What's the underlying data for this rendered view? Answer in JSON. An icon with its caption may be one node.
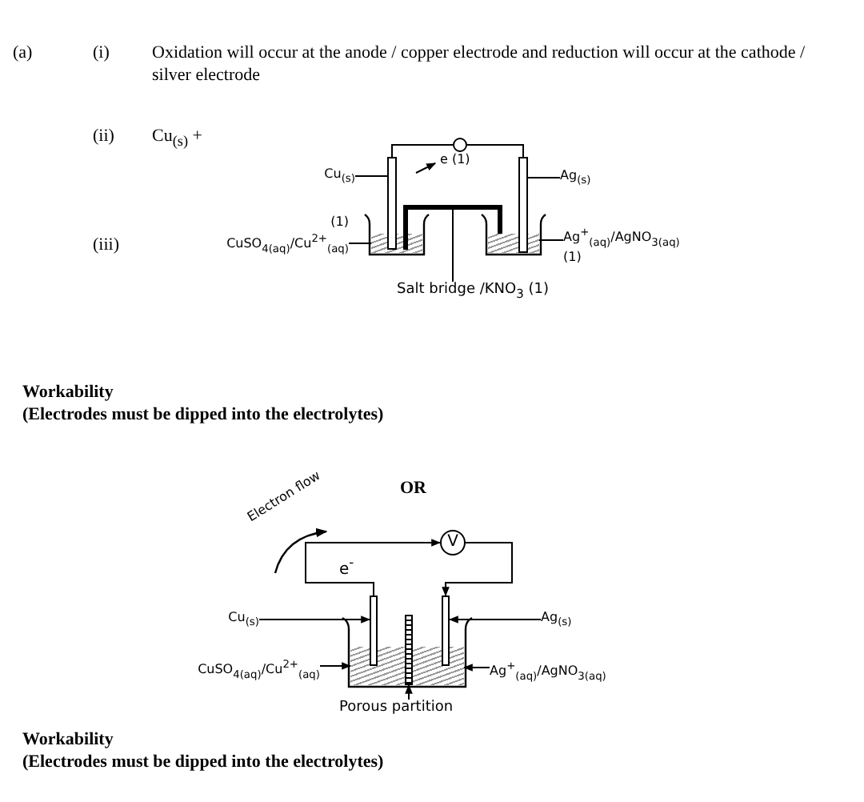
{
  "diagram": {
    "nodes": [
      {
        "text": [],
        "shape": "circle"
      },
      {
        "text": [
          "Cu$_{(s)}$"
        ]
      },
      {
        "text": [],
        "shape": "bar"
      },
      {
        "text": [
          "Ag$_{(s)}$"
        ]
      },
      {
        "text": [],
        "shape": "bar"
      },
      {
        "text": [
          "(1)",
          "CuSO$_{4(aq)}$/Cu$^{2+}$$_{(aq)}$"
        ]
      },
      {
        "text": [],
        "shape": "box"
      },
      {
        "text": [],
        "shape": "bar"
      },
      {
        "text": [],
        "shape": "box"
      },
      {
        "text": [
          "Ag$^{+}$$_{(aq)}$/AgNO$_{3(aq)}$",
          "(1)"
        ]
      },
      {
        "text": [
          "Salt bridge /KNO$_{3}$ (1)"
        ]
      },
      {
        "text": [
          "Cu$_{(s)}$"
        ]
      },
      {
        "text": [],
        "shape": "bar"
      },
      {
        "text": [
          "V"
        ]
      },
      {
        "text": [],
        "shape": "bar"
      },
      {
        "text": [
          "Ag$_{(s)}$"
        ]
      },
      {
        "text": [
          "CuSO$_{4(aq)}$/Cu$^{2+}$$_{(aq)}$"
        ]
      },
      {
        "text": [],
        "shape": "box"
      },
      {
        "text": [],
        "shape": "bar"
      },
      {
        "text": [],
        "shape": "box"
      },
      {
        "text": [
          "Ag$^{+}$$_{(aq)}$/AgNO$_{3(aq)}$"
        ]
      },
      {
        "text": [
          "Porous partition"
        ]
      }
    ],
    "edges": [
      {
        "from": 2,
        "to": 0,
        "arrow": "none"
      },
      {
        "from": 0,
        "to": 4,
        "arrow": "none"
      },
      {
        "from": 1,
        "to": 2,
        "arrow": "none"
      },
      {
        "from": 3,
        "to": 4,
        "arrow": "none"
      },
      {
        "from": 5,
        "to": 6,
        "arrow": "none"
      },
      {
        "from": 9,
        "to": 8,
        "arrow": "none"
      },
      {
        "from": 10,
        "to": 7,
        "arrow": "none"
      },
      {
        "from": 12,
        "to": 13,
        "arrow": "to"
      },
      {
        "from": 13,
        "to": 14,
        "arrow": "to"
      },
      {
        "from": 11,
        "to": 12,
        "arrow": "to"
      },
      {
        "from": 15,
        "to": 14,
        "arrow": "to"
      },
      {
        "from": 16,
        "to": 17,
        "arrow": "to"
      },
      {
        "from": 20,
        "to": 19,
        "arrow": "to"
      },
      {
        "from": 21,
        "to": 18,
        "arrow": "to"
      }
    ],
    "labels": [
      "(a)",
      "(i)",
      "Oxidation will occur at the anode / copper electrode and reduction will occur at the cathode / silver electrode",
      "(ii)",
      "Cu$_{(s)}$ +",
      "(iii)",
      "e (1)",
      "Workability",
      "(Electrodes must be dipped into the electrolytes)",
      "OR",
      "Electron flow",
      "e$^{-}$",
      "Workability",
      "(Electrodes must be dipped into the electrolytes)"
    ]
  }
}
